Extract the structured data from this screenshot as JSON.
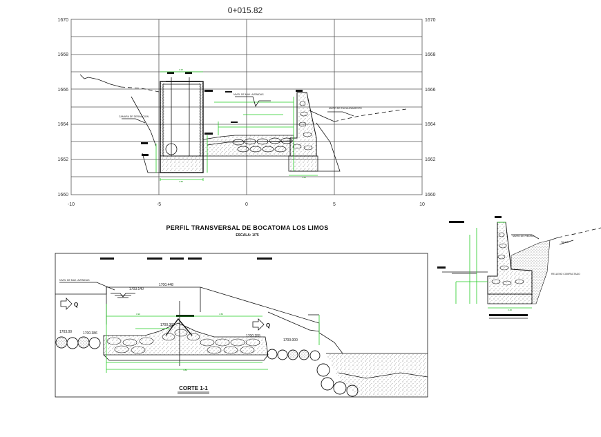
{
  "top_section": {
    "station": "0+015.82",
    "y_ticks": [
      "1670",
      "1668",
      "1666",
      "1664",
      "1662",
      "1660"
    ],
    "x_ticks": [
      "-10",
      "-5",
      "0",
      "5",
      "10"
    ],
    "title": "PERFIL TRANSVERSAL DE BOCATOMA LOS LIMOS",
    "scale": "ESCALA: 1/75"
  },
  "bottom_section": {
    "label_corte": "CORTE 1-1",
    "flow_symbol": "Q",
    "nivel_note": "NIVEL DE MAX. AVENIDAS",
    "levels": [
      "1703.140",
      "1700.448",
      "1700.386",
      "1700.355",
      "1700.000",
      "1700.382"
    ]
  },
  "detail_section": {
    "title_bar": true
  },
  "colors": {
    "grid": "#555555",
    "dimension": "#22cc22",
    "line": "#111111"
  }
}
